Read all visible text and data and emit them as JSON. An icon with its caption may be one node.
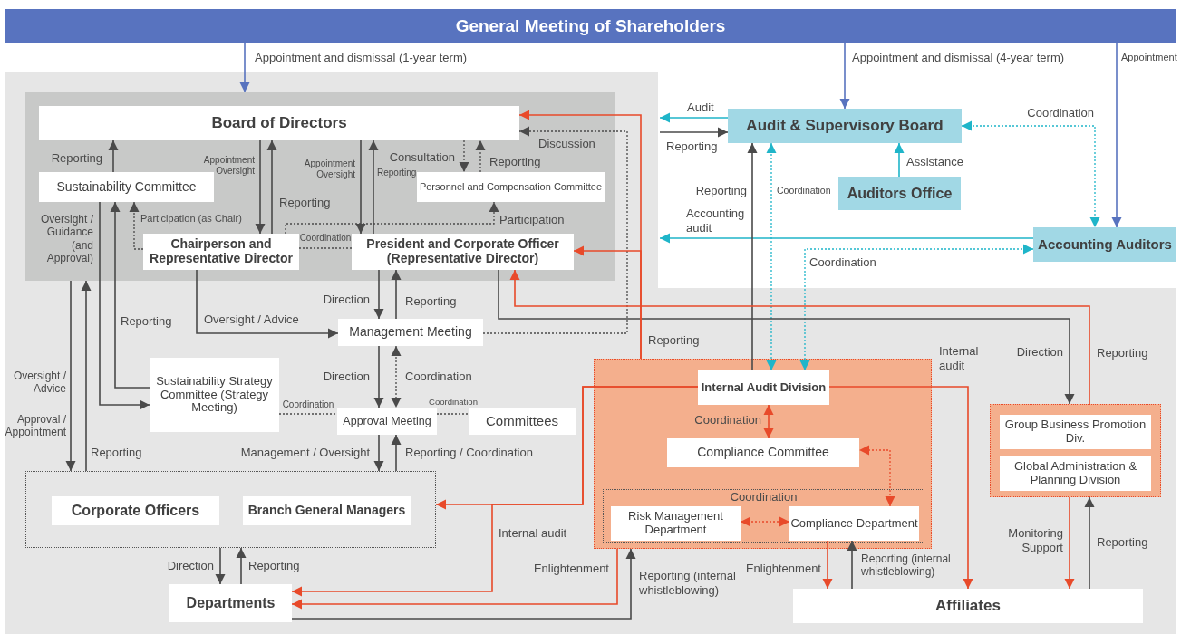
{
  "diagram": {
    "nodes": [
      {
        "text": [
          "General Meeting of Shareholders"
        ]
      },
      {
        "text": [],
        "shape": "box"
      },
      {
        "text": [
          "Board of Directors"
        ],
        "in": 1
      },
      {
        "text": [
          "Sustainability Committee"
        ],
        "in": 1
      },
      {
        "text": [
          "Personnel and Compensation Committee"
        ],
        "in": 1
      },
      {
        "text": [
          "Chairperson and Representative Director"
        ],
        "in": 1
      },
      {
        "text": [
          "President and Corporate Officer (Representative Director)"
        ],
        "in": 1
      },
      {
        "text": [
          "Audit & Supervisory Board"
        ]
      },
      {
        "text": [
          "Auditors Office"
        ]
      },
      {
        "text": [
          "Accounting Auditors"
        ]
      },
      {
        "text": [
          "Management Meeting"
        ]
      },
      {
        "text": [
          "Sustainability Strategy Committee (Strategy Meeting)"
        ]
      },
      {
        "text": [
          "Approval Meeting"
        ]
      },
      {
        "text": [
          "Committees"
        ]
      },
      {
        "text": [],
        "shape": "box"
      },
      {
        "text": [
          "Corporate Officers"
        ],
        "in": 14
      },
      {
        "text": [
          "Branch General Managers"
        ],
        "in": 14
      },
      {
        "text": [
          "Departments"
        ]
      },
      {
        "text": [],
        "shape": "box"
      },
      {
        "text": [
          "Internal Audit Division"
        ],
        "in": 18
      },
      {
        "text": [
          "Compliance Committee"
        ],
        "in": 18
      },
      {
        "text": [
          "Coordination"
        ],
        "in": 18
      },
      {
        "text": [
          "Risk Management Department"
        ],
        "in": 21
      },
      {
        "text": [
          "Compliance Department"
        ],
        "in": 21
      },
      {
        "text": [],
        "shape": "box"
      },
      {
        "text": [
          "Group Business Promotion Div."
        ],
        "in": 24
      },
      {
        "text": [
          "Global Administration & Planning Division"
        ],
        "in": 24
      },
      {
        "text": [
          "Affiliates"
        ]
      }
    ],
    "edges": [
      {
        "from": 0,
        "to": 1,
        "arrow": "to",
        "label": "Appointment and dismissal (1-year term)",
        "color": "#5873bf"
      },
      {
        "from": 0,
        "to": 7,
        "arrow": "to",
        "label": "Appointment and dismissal (4-year term)",
        "color": "#5873bf"
      },
      {
        "from": 0,
        "to": 9,
        "arrow": "to",
        "label": "Appointment",
        "color": "#5873bf"
      },
      {
        "from": 3,
        "to": 2,
        "arrow": "to",
        "label": "Reporting"
      },
      {
        "from": 2,
        "to": 5,
        "arrow": "to",
        "label": "Appointment Oversight"
      },
      {
        "from": 5,
        "to": 2,
        "arrow": "to",
        "label": "Reporting"
      },
      {
        "from": 2,
        "to": 6,
        "arrow": "to",
        "label": "Appointment Oversight"
      },
      {
        "from": 6,
        "to": 2,
        "arrow": "to",
        "label": "Reporting"
      },
      {
        "from": 2,
        "to": 4,
        "arrow": "to",
        "label": "Consultation",
        "style": "dashed"
      },
      {
        "from": 4,
        "to": 2,
        "arrow": "to",
        "label": "Reporting",
        "style": "dashed"
      },
      {
        "from": 5,
        "to": 3,
        "arrow": "to",
        "label": "Participation (as Chair)",
        "style": "dashed"
      },
      {
        "from": 5,
        "to": 4,
        "arrow": "to",
        "label": "Participation",
        "style": "dashed"
      },
      {
        "from": 5,
        "to": 6,
        "arrow": "none",
        "label": "Coordination",
        "style": "dashed"
      },
      {
        "from": 3,
        "to": 11,
        "arrow": "to",
        "label": "Oversight / Guidance (and Approval)"
      },
      {
        "from": 11,
        "to": 3,
        "arrow": "to",
        "label": "Reporting"
      },
      {
        "from": 1,
        "to": 14,
        "arrow": "to",
        "label": "Oversight / Advice"
      },
      {
        "from": 14,
        "to": 1,
        "arrow": "to",
        "label": "Reporting"
      },
      {
        "from": 5,
        "to": 10,
        "arrow": "to",
        "label": "Oversight / Advice"
      },
      {
        "from": 6,
        "to": 10,
        "arrow": "to",
        "label": "Direction"
      },
      {
        "from": 10,
        "to": 6,
        "arrow": "to",
        "label": "Reporting"
      },
      {
        "from": 10,
        "to": 2,
        "arrow": "to",
        "label": "Discussion",
        "style": "dashed"
      },
      {
        "from": 10,
        "to": 12,
        "arrow": "to",
        "label": "Direction"
      },
      {
        "from": 10,
        "to": 12,
        "arrow": "both",
        "label": "Coordination",
        "style": "dashed"
      },
      {
        "from": 11,
        "to": 12,
        "arrow": "none",
        "label": "Coordination",
        "style": "dashed"
      },
      {
        "from": 12,
        "to": 13,
        "arrow": "none",
        "label": "Coordination",
        "style": "dashed"
      },
      {
        "from": 12,
        "to": 14,
        "arrow": "to",
        "label": "Management / Oversight"
      },
      {
        "from": 14,
        "to": 12,
        "arrow": "to",
        "label": "Reporting / Coordination"
      },
      {
        "from": 14,
        "to": 17,
        "arrow": "to",
        "label": "Direction"
      },
      {
        "from": 17,
        "to": 14,
        "arrow": "to",
        "label": "Reporting"
      },
      {
        "from": 7,
        "to": null,
        "arrow": "to",
        "label": "Audit",
        "color": "#1fb5c9"
      },
      {
        "from": null,
        "to": 7,
        "arrow": "to",
        "label": "Reporting"
      },
      {
        "from": 9,
        "to": null,
        "arrow": "to",
        "label": "Accounting audit",
        "color": "#1fb5c9"
      },
      {
        "from": 8,
        "to": 7,
        "arrow": "to",
        "label": "Assistance",
        "color": "#1fb5c9"
      },
      {
        "from": 7,
        "to": 9,
        "arrow": "both",
        "label": "Coordination",
        "style": "dashed",
        "color": "#1fb5c9"
      },
      {
        "from": 19,
        "to": 7,
        "arrow": "to",
        "label": "Reporting"
      },
      {
        "from": 7,
        "to": 19,
        "arrow": "both",
        "label": "Coordination",
        "style": "dashed",
        "color": "#1fb5c9"
      },
      {
        "from": 9,
        "to": 19,
        "arrow": "both",
        "label": "Coordination",
        "style": "dashed",
        "color": "#1fb5c9"
      },
      {
        "from": 6,
        "to": 24,
        "arrow": "to",
        "label": "Direction"
      },
      {
        "from": 24,
        "to": 6,
        "arrow": "to",
        "label": "Reporting",
        "color": "#e84a2a"
      },
      {
        "from": 18,
        "to": 2,
        "arrow": "to",
        "label": "Reporting",
        "color": "#e84a2a"
      },
      {
        "from": 18,
        "to": 6,
        "arrow": "to",
        "color": "#e84a2a"
      },
      {
        "from": 19,
        "to": 14,
        "arrow": "to",
        "color": "#e84a2a"
      },
      {
        "from": 19,
        "to": 17,
        "arrow": "to",
        "label": "Internal audit",
        "color": "#e84a2a"
      },
      {
        "from": 19,
        "to": 27,
        "arrow": "to",
        "label": "Internal audit",
        "color": "#e84a2a"
      },
      {
        "from": 18,
        "to": 17,
        "arrow": "to",
        "label": "Enlightenment",
        "color": "#e84a2a"
      },
      {
        "from": 17,
        "to": 18,
        "arrow": "to",
        "label": "Reporting (internal whistleblowing)"
      },
      {
        "from": 19,
        "to": 20,
        "arrow": "both",
        "label": "Coordination",
        "color": "#e84a2a"
      },
      {
        "from": 23,
        "to": 20,
        "arrow": "both",
        "style": "dashed",
        "color": "#e84a2a"
      },
      {
        "from": 22,
        "to": 23,
        "arrow": "both",
        "style": "dashed",
        "color": "#e84a2a"
      },
      {
        "from": 23,
        "to": 27,
        "arrow": "to",
        "label": "Enlightenment",
        "color": "#e84a2a"
      },
      {
        "from": 27,
        "to": 23,
        "arrow": "to",
        "label": "Reporting (internal whistleblowing)"
      },
      {
        "from": 24,
        "to": 27,
        "arrow": "to",
        "label": "Monitoring Support",
        "color": "#e84a2a"
      },
      {
        "from": 27,
        "to": 24,
        "arrow": "to",
        "label": "Reporting"
      }
    ],
    "labels": [
      "Approval / Appointment"
    ]
  }
}
